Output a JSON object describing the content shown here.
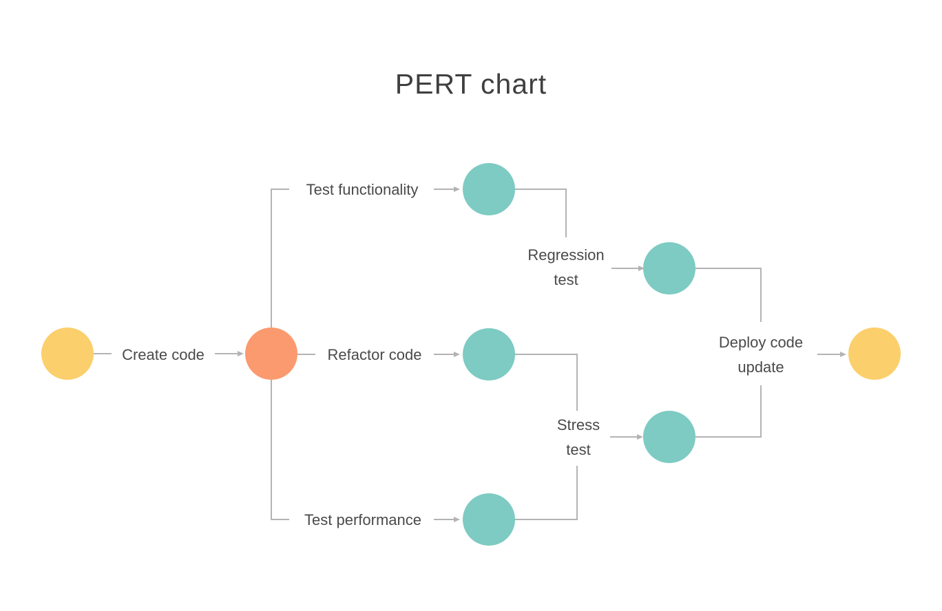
{
  "title": "PERT chart",
  "colors": {
    "node_yellow": "#FCCF6D",
    "node_orange": "#FB9A6F",
    "node_teal": "#7DCBC2",
    "connector": "#B3B3B3",
    "label_text": "#4A4A4A",
    "title_text": "#3F3F3F",
    "background": "#FFFFFF"
  },
  "labels": {
    "create_code": "Create code",
    "test_functionality": "Test functionality",
    "regression_test": "Regression test",
    "refactor_code": "Refactor code",
    "stress_test": "Stress test",
    "test_performance": "Test performance",
    "deploy_code_update": "Deploy code update"
  },
  "diagram": {
    "type": "pert",
    "nodes": [
      {
        "id": "start",
        "shape": "circle",
        "color": "yellow"
      },
      {
        "id": "create-code-milestone",
        "shape": "circle",
        "color": "orange"
      },
      {
        "id": "test-functionality-milestone",
        "shape": "circle",
        "color": "teal"
      },
      {
        "id": "regression-test-milestone",
        "shape": "circle",
        "color": "teal"
      },
      {
        "id": "refactor-code-milestone",
        "shape": "circle",
        "color": "teal"
      },
      {
        "id": "stress-test-milestone",
        "shape": "circle",
        "color": "teal"
      },
      {
        "id": "test-performance-milestone",
        "shape": "circle",
        "color": "teal"
      },
      {
        "id": "end",
        "shape": "circle",
        "color": "yellow"
      }
    ],
    "edges": [
      {
        "from": "start",
        "to": "create-code-milestone",
        "label": "Create code"
      },
      {
        "from": "create-code-milestone",
        "to": "test-functionality-milestone",
        "label": "Test functionality"
      },
      {
        "from": "create-code-milestone",
        "to": "refactor-code-milestone",
        "label": "Refactor code"
      },
      {
        "from": "create-code-milestone",
        "to": "test-performance-milestone",
        "label": "Test performance"
      },
      {
        "from": "test-functionality-milestone",
        "to": "regression-test-milestone",
        "label": "Regression test"
      },
      {
        "from": "refactor-code-milestone",
        "to": "stress-test-milestone",
        "label": "Stress test"
      },
      {
        "from": "test-performance-milestone",
        "to": "stress-test-milestone",
        "label": "Stress test"
      },
      {
        "from": "regression-test-milestone",
        "to": "end",
        "label": "Deploy code update"
      },
      {
        "from": "stress-test-milestone",
        "to": "end",
        "label": "Deploy code update"
      }
    ]
  }
}
